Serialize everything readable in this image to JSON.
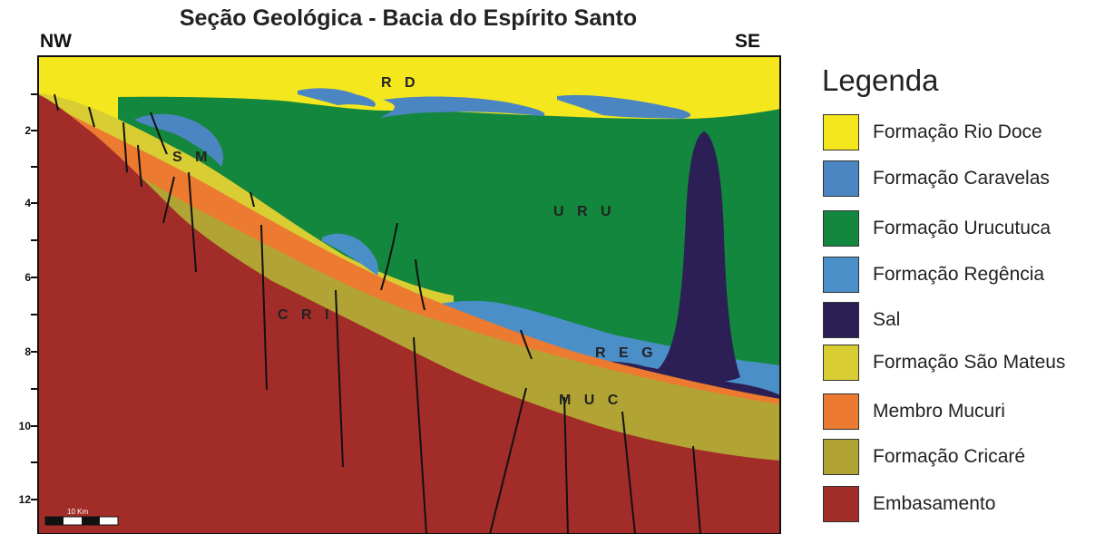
{
  "title": "Seção Geológica - Bacia do Espírito Santo",
  "directions": {
    "left": "NW",
    "right": "SE"
  },
  "depth_axis": {
    "ticks": [
      "2",
      "4",
      "6",
      "8",
      "10",
      "12"
    ]
  },
  "scale_bar": {
    "label": "10 Km"
  },
  "unit_labels": {
    "rd": "R D",
    "sm": "S M",
    "uru": "U R U",
    "cri": "C R I",
    "reg": "R E G",
    "muc": "M U C"
  },
  "legend": {
    "title": "Legenda",
    "items": [
      {
        "label": "Formação Rio Doce",
        "color": "#f5e71d"
      },
      {
        "label": "Formação Caravelas",
        "color": "#4b86c2"
      },
      {
        "label": "Formação Urucutuca",
        "color": "#13873d"
      },
      {
        "label": "Formação Regência",
        "color": "#4b8fc8"
      },
      {
        "label": "Sal",
        "color": "#2b1f55"
      },
      {
        "label": "Formação São Mateus",
        "color": "#d8cd33"
      },
      {
        "label": "Membro Mucuri",
        "color": "#ec7a30"
      },
      {
        "label": "Formação Cricaré",
        "color": "#b2a434"
      },
      {
        "label": "Embasamento",
        "color": "#a22d28"
      }
    ]
  }
}
